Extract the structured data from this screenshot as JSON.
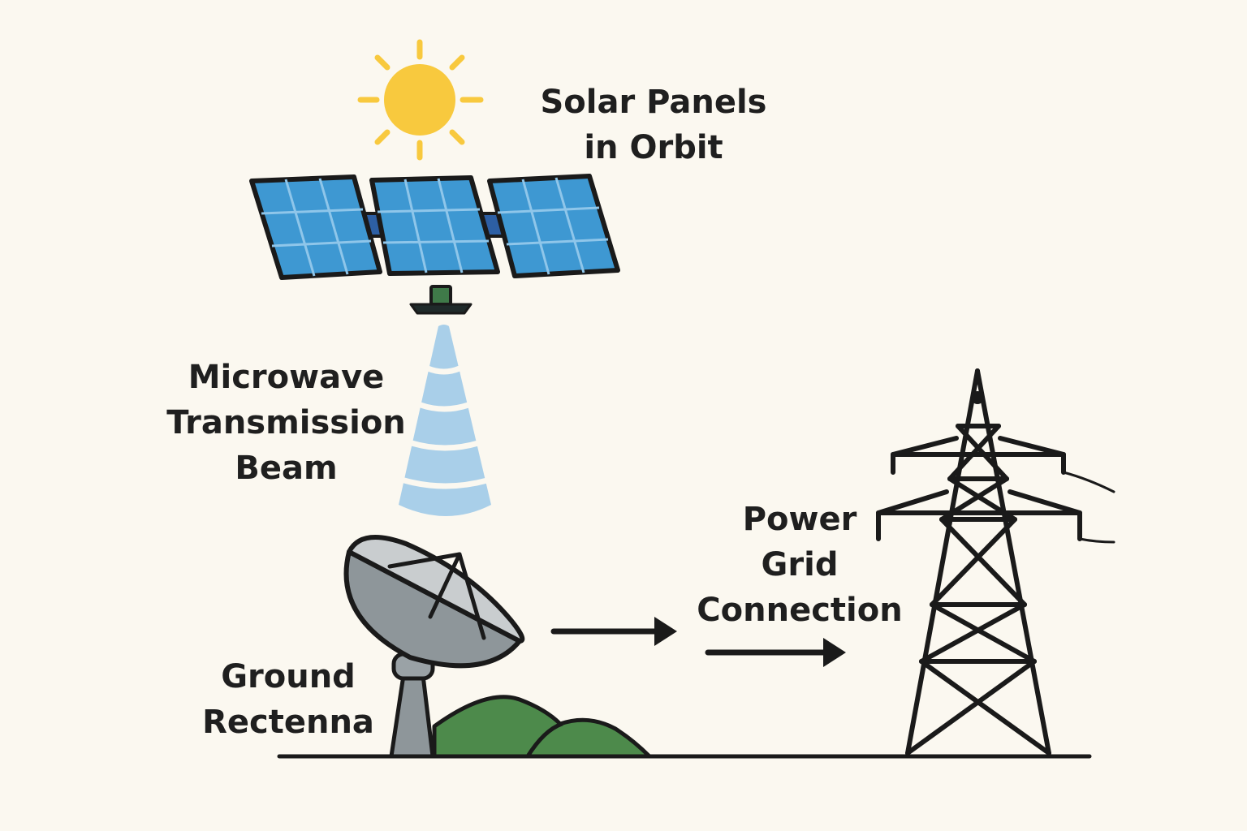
{
  "labels": {
    "solar_panels": [
      "Solar Panels",
      "in Orbit"
    ],
    "microwave_beam": [
      "Microwave",
      "Transmission",
      "Beam"
    ],
    "ground_rectenna": [
      "Ground",
      "Rectenna"
    ],
    "power_grid": [
      "Power",
      "Grid",
      "Connection"
    ]
  },
  "colors": {
    "background": "#fbf8f0",
    "sun": "#f8c93e",
    "panel": "#3e98d2",
    "panel_grid": "#8fc6ea",
    "outline": "#1a1a1a",
    "transmitter": "#3f7a49",
    "beam": "#a9cfe9",
    "dish": "#c9cdcf",
    "mast": "#8e969a",
    "hills": "#4d8a4b"
  },
  "icons": [
    "sun-icon",
    "solar-satellite-icon",
    "microwave-beam-icon",
    "satellite-dish-icon",
    "hills-icon",
    "arrow-right-icon",
    "transmission-tower-icon"
  ]
}
